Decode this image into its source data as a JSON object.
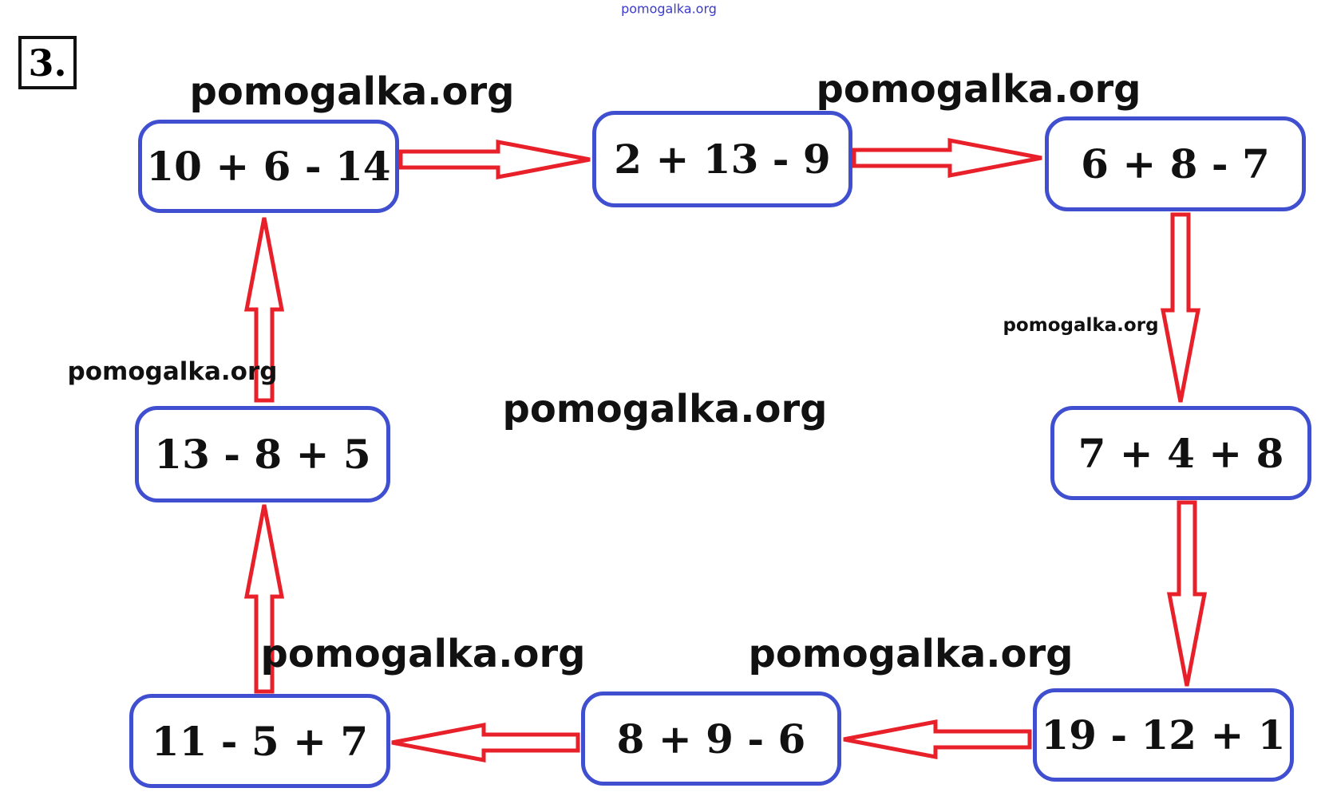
{
  "task_number": "3.",
  "watermark": "pomogalka.org",
  "colors": {
    "box_border": "#3f4fcf",
    "arrow": "#e8202a"
  },
  "chain": [
    {
      "expression": "10 + 6 - 14"
    },
    {
      "expression": "2 + 13 - 9"
    },
    {
      "expression": "6 + 8 - 7"
    },
    {
      "expression": "7 + 4 + 8"
    },
    {
      "expression": "19 - 12 + 1"
    },
    {
      "expression": "8 + 9 - 6"
    },
    {
      "expression": "11 - 5 + 7"
    },
    {
      "expression": "13 - 8 + 5"
    }
  ]
}
